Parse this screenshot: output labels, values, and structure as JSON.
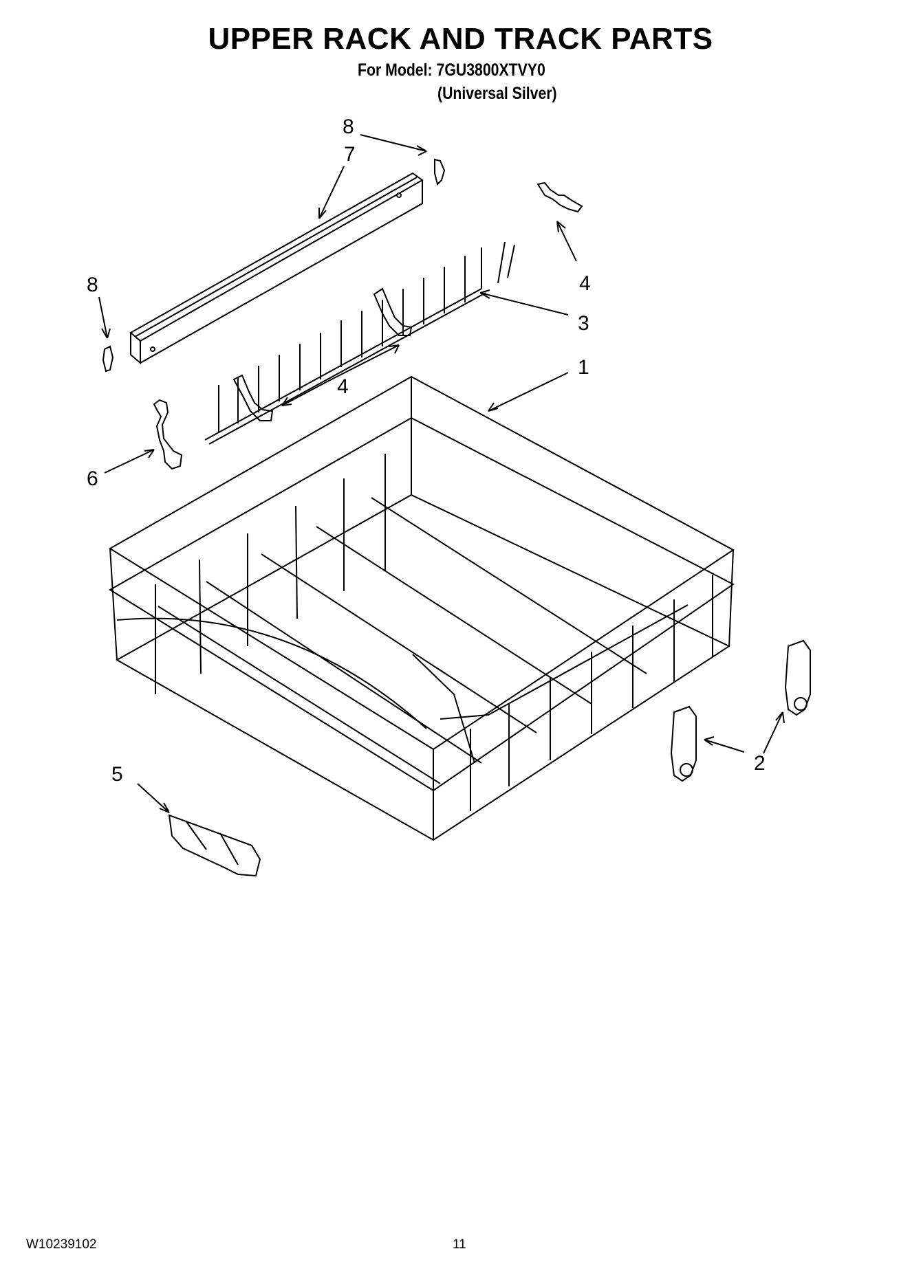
{
  "header": {
    "title": "UPPER RACK AND TRACK PARTS",
    "model_line": "For Model: 7GU3800XTVY0",
    "finish_line": "(Universal Silver)"
  },
  "callouts": {
    "c8_top": "8",
    "c7": "7",
    "c8_left": "8",
    "c4_right": "4",
    "c3": "3",
    "c1": "1",
    "c4_mid": "4",
    "c6": "6",
    "c5": "5",
    "c2": "2"
  },
  "footer": {
    "doc_number": "W10239102",
    "page_number": "11"
  },
  "colors": {
    "line": "#000000",
    "background": "#ffffff"
  }
}
